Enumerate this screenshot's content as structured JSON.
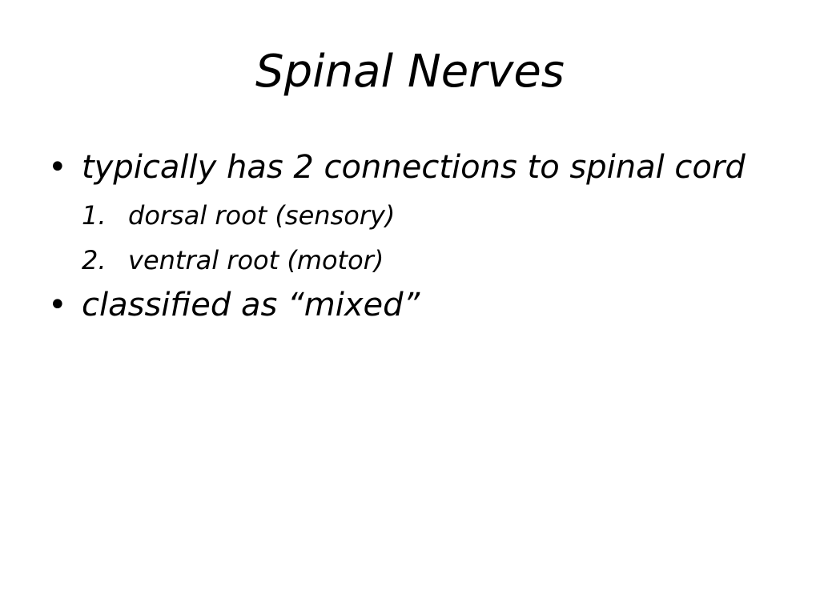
{
  "slide": {
    "title": "Spinal Nerves",
    "bullets": [
      {
        "marker": "•",
        "text": "typically has 2 connections to spinal cord",
        "sub_items": [
          {
            "number": "1.",
            "text": "dorsal root (sensory)"
          },
          {
            "number": "2.",
            "text": "ventral root (motor)"
          }
        ]
      },
      {
        "marker": "•",
        "text": "classified as “mixed”"
      }
    ]
  }
}
